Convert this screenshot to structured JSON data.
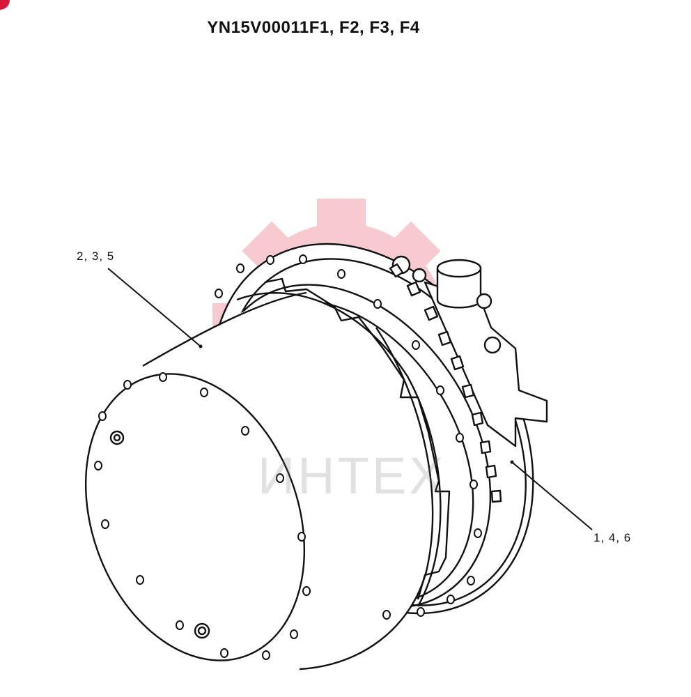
{
  "diagram": {
    "title": "YN15V00011F1, F2, F3, F4",
    "callouts": {
      "housing": "2, 3, 5",
      "flange": "1, 4, 6"
    },
    "watermark": "ИHTEX"
  },
  "colors": {
    "ink": "#111111",
    "watermark_gear": "#f3b9bf",
    "accent_corner": "#d8183a"
  },
  "icons": {
    "corner_marker": "red-circle-icon",
    "watermark_logo": "gear-logo-icon"
  }
}
